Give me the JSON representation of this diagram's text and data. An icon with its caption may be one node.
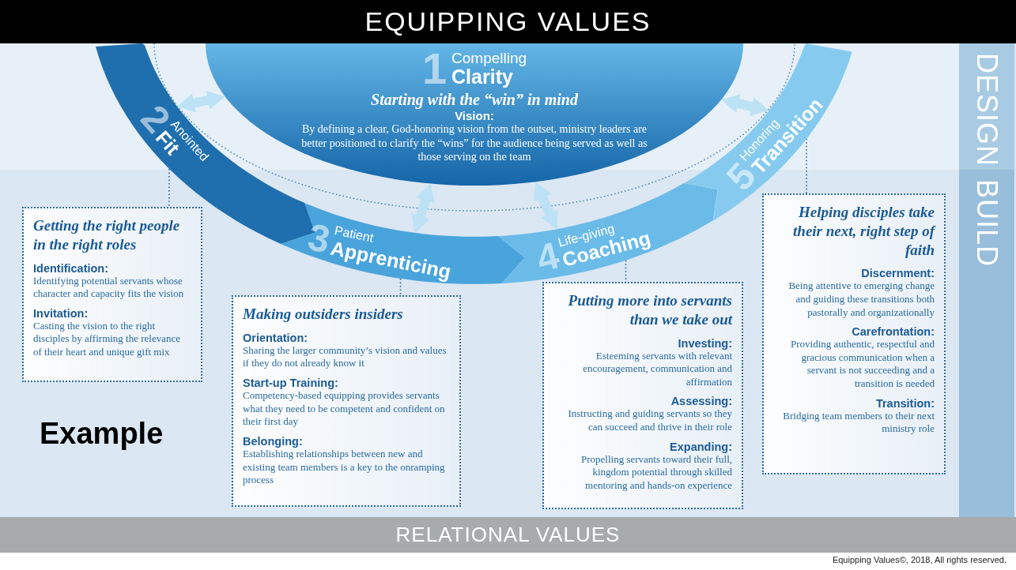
{
  "diagram": {
    "title": "EQUIPPING VALUES",
    "nodes": [
      {
        "text": [
          "1",
          "Compelling **Clarity**",
          "Starting with the “win” in mind",
          "Vision:",
          "By defining a clear, God-honoring vision from the outset, ministry leaders are better positioned to clarify the “wins” for the audience being served as well as those serving on the team"
        ]
      },
      {
        "text": [
          "2",
          "Anointed **Fit**"
        ]
      },
      {
        "text": [
          "3",
          "Patient **Apprenticing**"
        ]
      },
      {
        "text": [
          "4",
          "Life-giving **Coaching**"
        ]
      },
      {
        "text": [
          "5",
          "Honoring **Transition**"
        ]
      },
      {
        "text": [
          "Getting the right people in the right roles",
          "Identification:",
          "Identifying potential servants whose character and capacity fits the vision",
          "Invitation:",
          "Casting the vision to the right disciples by affirming the relevance of their heart and unique gift mix"
        ]
      },
      {
        "text": [
          "Making outsiders insiders",
          "Orientation:",
          "Sharing the larger community’s vision and values if they do not already know it",
          "Start-up Training:",
          "Competency-based equipping provides servants what they need to be competent and confident on their first day",
          "Belonging:",
          "Establishing relationships between new and existing team members is a key to the onramping process"
        ]
      },
      {
        "text": [
          "Putting more into servants than we take out",
          "Investing:",
          "Esteeming servants with relevant encouragement, communication and affirmation",
          "Assessing:",
          "Instructing and guiding servants so they can succeed and thrive in their role",
          "Expanding:",
          "Propelling servants toward their full, kingdom potential through skilled mentoring and hands-on experience"
        ]
      },
      {
        "text": [
          "Helping disciples take their next, right step of faith",
          "Discernment:",
          "Being attentive to emerging change and guiding these transitions both pastorally and organizationally",
          "Carefrontation:",
          "Providing authentic, respectful and gracious communication when a servant is not succeeding and a transition is needed",
          "Transition:",
          "Bridging team members to their next ministry role"
        ]
      }
    ],
    "edges": [
      {
        "from": 0,
        "to": 1,
        "arrow": "both",
        "style": "thick",
        "color": "#bde2f5"
      },
      {
        "from": 0,
        "to": 2,
        "arrow": "both",
        "style": "thick",
        "color": "#bde2f5"
      },
      {
        "from": 0,
        "to": 3,
        "arrow": "both",
        "style": "thick",
        "color": "#bde2f5"
      },
      {
        "from": 0,
        "to": 4,
        "arrow": "both",
        "style": "thick",
        "color": "#bde2f5"
      },
      {
        "from": 1,
        "to": 5,
        "arrow": "none",
        "style": "dashed",
        "color": "#1f5f99"
      },
      {
        "from": 2,
        "to": 6,
        "arrow": "none",
        "style": "dashed",
        "color": "#1f5f99"
      },
      {
        "from": 3,
        "to": 7,
        "arrow": "none",
        "style": "dashed",
        "color": "#1f5f99"
      },
      {
        "from": 4,
        "to": 8,
        "arrow": "none",
        "style": "dashed",
        "color": "#1f5f99"
      }
    ],
    "labels": [
      "DESIGN",
      "BUILD",
      "Example",
      "RELATIONAL VALUES",
      "Equipping Values©, 2018, All rights reserved."
    ]
  }
}
